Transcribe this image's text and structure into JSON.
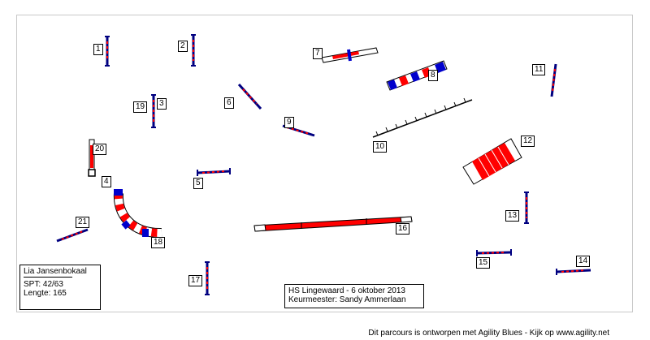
{
  "colors": {
    "red": "#ff0000",
    "blue": "#0000cc",
    "navy": "#000080",
    "white": "#ffffff",
    "black": "#000000"
  },
  "numbers": [
    "1",
    "2",
    "3",
    "4",
    "5",
    "6",
    "7",
    "8",
    "9",
    "10",
    "11",
    "12",
    "13",
    "14",
    "15",
    "16",
    "17",
    "18",
    "19",
    "20",
    "21"
  ],
  "handler": {
    "name": "Lia Jansenbokaal",
    "spt": "SPT:  42/63",
    "lengte": "Lengte: 165"
  },
  "event": {
    "title": "HS Lingewaard - 6 oktober 2013",
    "judge": "Keurmeester: Sandy Ammerlaan"
  },
  "footer": "Dit parcours is ontworpen met Agility Blues - Kijk op www.agility.net"
}
